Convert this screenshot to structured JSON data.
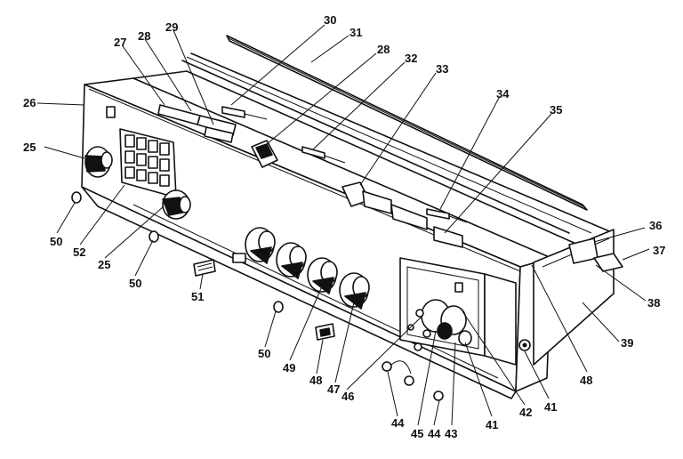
{
  "callouts": [
    {
      "id": "c26",
      "label": "26"
    },
    {
      "id": "c27",
      "label": "27"
    },
    {
      "id": "c28a",
      "label": "28"
    },
    {
      "id": "c29",
      "label": "29"
    },
    {
      "id": "c30",
      "label": "30"
    },
    {
      "id": "c31",
      "label": "31"
    },
    {
      "id": "c28b",
      "label": "28"
    },
    {
      "id": "c32",
      "label": "32"
    },
    {
      "id": "c33",
      "label": "33"
    },
    {
      "id": "c34",
      "label": "34"
    },
    {
      "id": "c35",
      "label": "35"
    },
    {
      "id": "c36",
      "label": "36"
    },
    {
      "id": "c37",
      "label": "37"
    },
    {
      "id": "c38",
      "label": "38"
    },
    {
      "id": "c39",
      "label": "39"
    },
    {
      "id": "c25a",
      "label": "25"
    },
    {
      "id": "c50a",
      "label": "50"
    },
    {
      "id": "c52",
      "label": "52"
    },
    {
      "id": "c25b",
      "label": "25"
    },
    {
      "id": "c50b",
      "label": "50"
    },
    {
      "id": "c51",
      "label": "51"
    },
    {
      "id": "c50c",
      "label": "50"
    },
    {
      "id": "c49",
      "label": "49"
    },
    {
      "id": "c48a",
      "label": "48"
    },
    {
      "id": "c47",
      "label": "47"
    },
    {
      "id": "c46",
      "label": "46"
    },
    {
      "id": "c44a",
      "label": "44"
    },
    {
      "id": "c45",
      "label": "45"
    },
    {
      "id": "c44b",
      "label": "44"
    },
    {
      "id": "c43",
      "label": "43"
    },
    {
      "id": "c41a",
      "label": "41"
    },
    {
      "id": "c42",
      "label": "42"
    },
    {
      "id": "c41b",
      "label": "41"
    },
    {
      "id": "c48b",
      "label": "48"
    }
  ]
}
